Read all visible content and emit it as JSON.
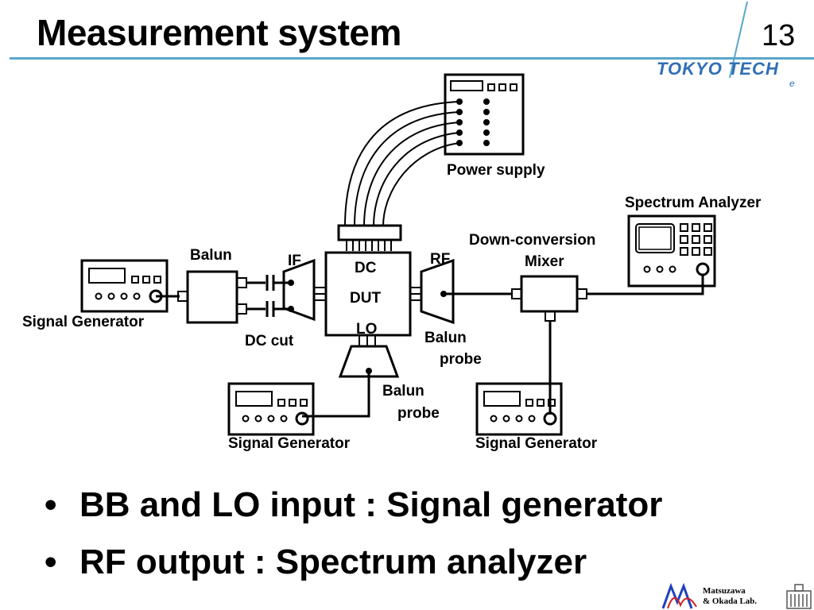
{
  "slide": {
    "title": "Measurement system",
    "page_number": "13",
    "brand": "TOKYO TECH",
    "brand_suffix": "e"
  },
  "diagram": {
    "labels": {
      "power_supply": "Power supply",
      "spectrum_analyzer": "Spectrum Analyzer",
      "down_conversion_mixer_line1": "Down-conversion",
      "down_conversion_mixer_line2": "Mixer",
      "balun": "Balun",
      "if": "IF",
      "rf": "RF",
      "dc": "DC",
      "dut": "DUT",
      "lo": "LO",
      "dc_cut": "DC cut",
      "signal_generator_left": "Signal Generator",
      "signal_generator_bottom_left": "Signal Generator",
      "signal_generator_bottom_right": "Signal Generator",
      "balun_probe_rf_line1": "Balun",
      "balun_probe_rf_line2": "probe",
      "balun_probe_lo_line1": "Balun",
      "balun_probe_lo_line2": "probe"
    }
  },
  "bullets": [
    "BB and LO input : Signal generator",
    "RF output : Spectrum analyzer"
  ],
  "footer": {
    "lab_line1": "Matsuzawa",
    "lab_line2": "& Okada Lab."
  },
  "colors": {
    "accent": "#5aa6c9",
    "brand": "#2f6fb6"
  }
}
